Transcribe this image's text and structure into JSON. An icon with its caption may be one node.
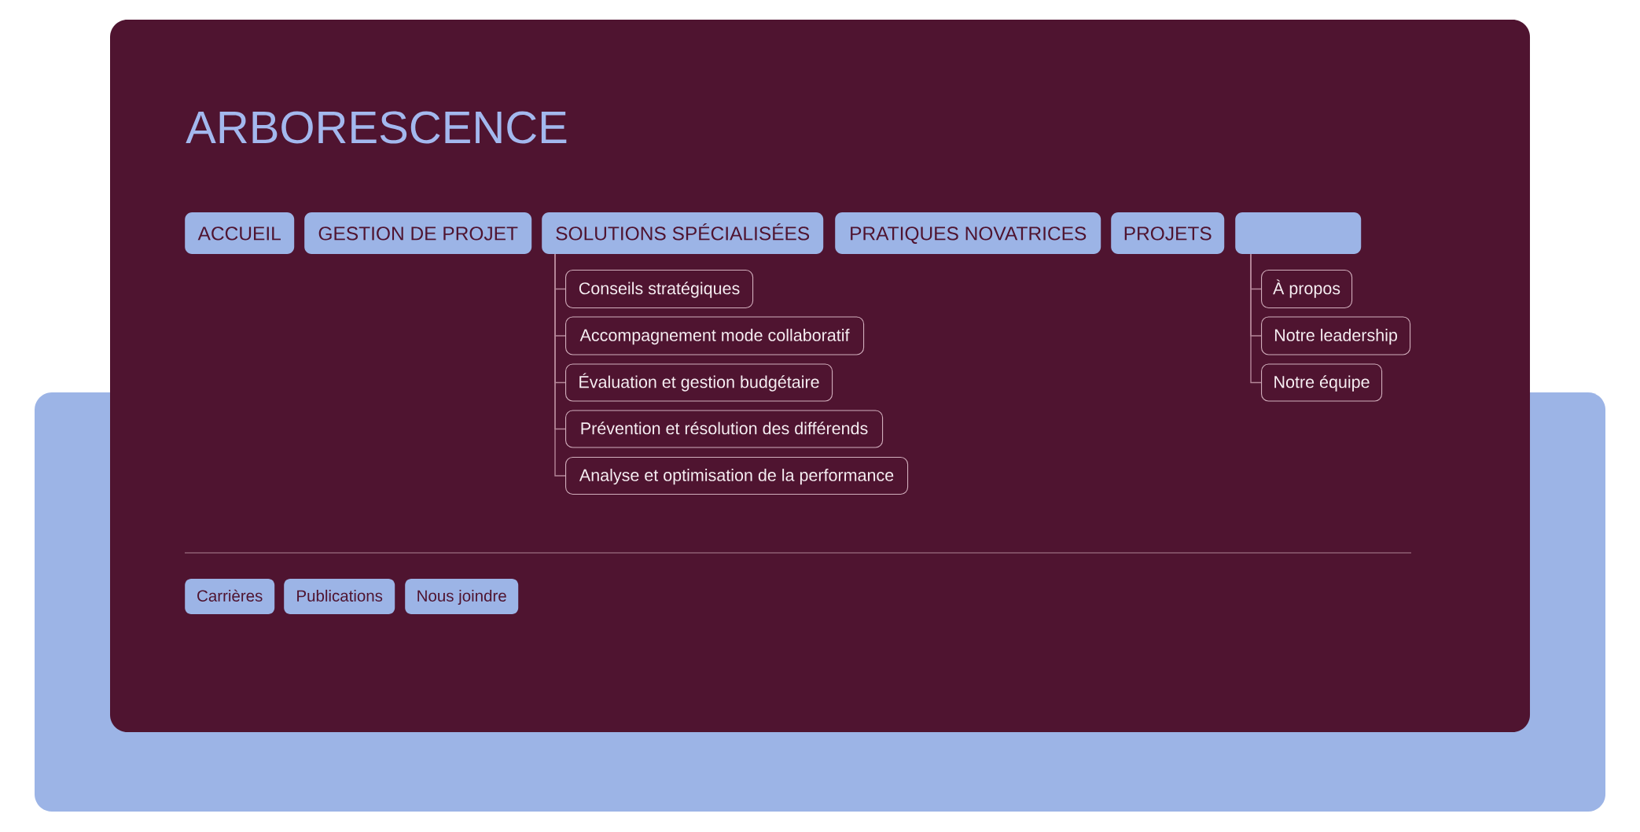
{
  "diagram": {
    "title": "ARBORESCENCE",
    "nodes": [
      {
        "text": [
          "ACCUEIL"
        ]
      },
      {
        "text": [
          "GESTION DE PROJET"
        ]
      },
      {
        "text": [
          "SOLUTIONS SPÉCIALISÉES"
        ]
      },
      {
        "text": [
          "PRATIQUES NOVATRICES"
        ]
      },
      {
        "text": [
          "PROJETS"
        ]
      },
      {
        "text": [],
        "shape": "box"
      },
      {
        "text": [
          "Conseils stratégiques"
        ]
      },
      {
        "text": [
          "Accompagnement mode collaboratif"
        ]
      },
      {
        "text": [
          "Évaluation et gestion budgétaire"
        ]
      },
      {
        "text": [
          "Prévention et résolution des différends"
        ]
      },
      {
        "text": [
          "Analyse et optimisation de la performance"
        ]
      },
      {
        "text": [
          "À propos"
        ]
      },
      {
        "text": [
          "Notre leadership"
        ]
      },
      {
        "text": [
          "Notre équipe"
        ]
      },
      {
        "text": [
          "Carrières"
        ]
      },
      {
        "text": [
          "Publications"
        ]
      },
      {
        "text": [
          "Nous joindre"
        ]
      }
    ],
    "edges": [
      {
        "from": 2,
        "to": 6,
        "arrow": "none"
      },
      {
        "from": 2,
        "to": 7,
        "arrow": "none"
      },
      {
        "from": 2,
        "to": 8,
        "arrow": "none"
      },
      {
        "from": 2,
        "to": 9,
        "arrow": "none"
      },
      {
        "from": 2,
        "to": 10,
        "arrow": "none"
      },
      {
        "from": 5,
        "to": 11,
        "arrow": "none"
      },
      {
        "from": 5,
        "to": 12,
        "arrow": "none"
      },
      {
        "from": 5,
        "to": 13,
        "arrow": "none"
      }
    ]
  }
}
